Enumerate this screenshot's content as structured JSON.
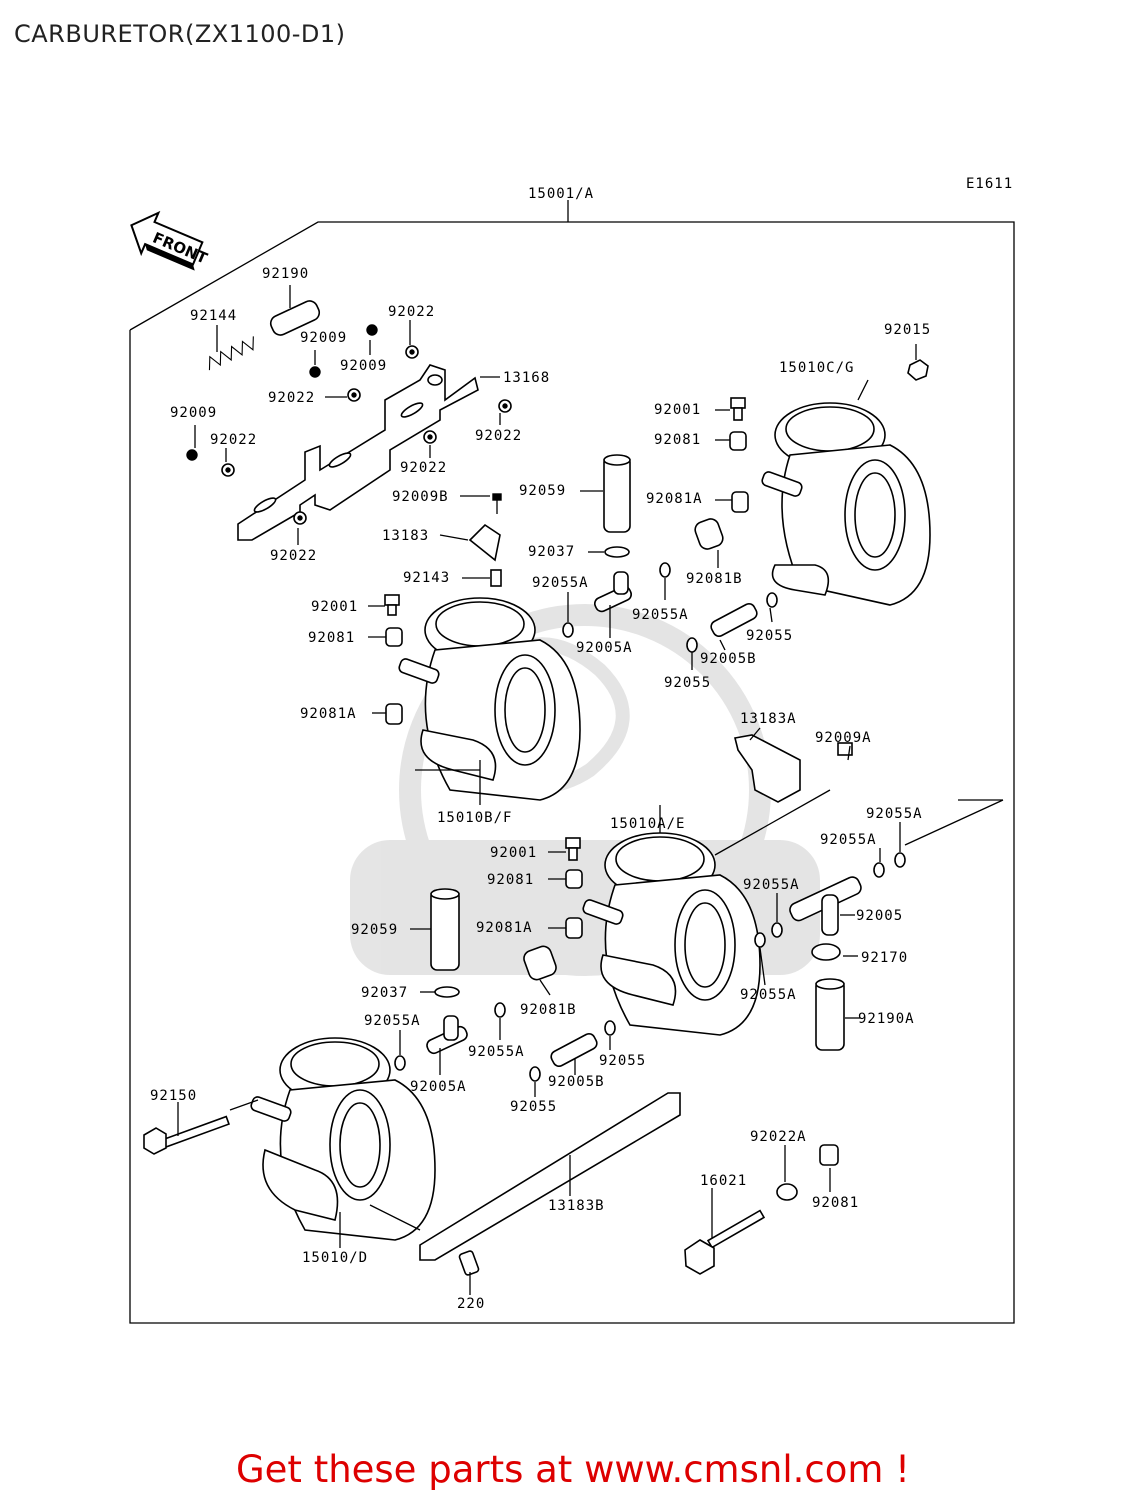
{
  "page": {
    "title": "CARBURETOR(ZX1100-D1)"
  },
  "diagram": {
    "code": "E1611",
    "front_label": "FRONT",
    "assembly": "15001/A",
    "parts": {
      "p92190": "92190",
      "p92144": "92144",
      "p92022a": "92022",
      "p92009a": "92009",
      "p92009b": "92009",
      "p13168": "13168",
      "p92022b": "92022",
      "p92022c": "92022",
      "p92009c": "92009",
      "p92022d": "92022",
      "p92022e": "92022",
      "p92022f": "92022",
      "p92009B": "92009B",
      "p13183": "13183",
      "p92059a": "92059",
      "p92037a": "92037",
      "p92143": "92143",
      "p92055Aa": "92055A",
      "p92001a": "92001",
      "p92081a": "92081",
      "p92005Aa": "92005A",
      "p92055Ab": "92055A",
      "p92081Aa": "92081A",
      "p15010BF": "15010B/F",
      "p92015": "92015",
      "p15010CG": "15010C/G",
      "p92001b": "92001",
      "p92081b": "92081",
      "p92081Ab": "92081A",
      "p92081Ba": "92081B",
      "p92055a": "92055",
      "p92005Ba": "92005B",
      "p92055b": "92055",
      "p13183A": "13183A",
      "p92009A": "92009A",
      "p15010AE": "15010A/E",
      "p92055Ac": "92055A",
      "p92055Ad": "92055A",
      "p92001c": "92001",
      "p92081c": "92081",
      "p92081Ac": "92081A",
      "p92055Ae": "92055A",
      "p92005": "92005",
      "p92059b": "92059",
      "p92170": "92170",
      "p92055Af": "92055A",
      "p92037b": "92037",
      "p92081Bb": "92081B",
      "p92055Ag": "92055A",
      "p92055Ah": "92055A",
      "p92190A": "92190A",
      "p92055c": "92055",
      "p92005Ab": "92005A",
      "p92005Bb": "92005B",
      "p92150": "92150",
      "p92055d": "92055",
      "p92022A": "92022A",
      "p16021": "16021",
      "p92081d": "92081",
      "p13183B": "13183B",
      "p15010D": "15010/D",
      "p220": "220"
    }
  },
  "footer": {
    "text": "Get these parts at www.cmsnl.com !",
    "color": "#dd0000"
  },
  "colors": {
    "watermark": "#e2e2e2"
  }
}
